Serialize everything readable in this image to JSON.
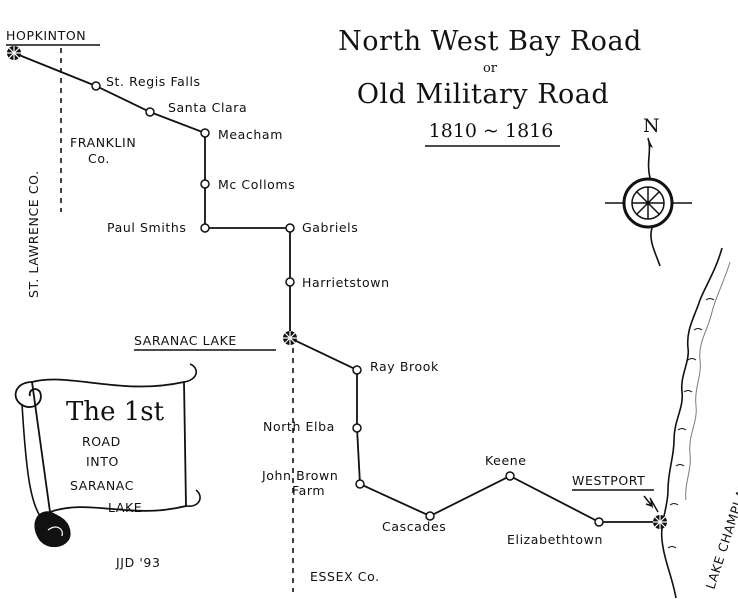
{
  "map": {
    "title_line1": "North West Bay Road",
    "title_or": "or",
    "title_line2": "Old Military Road",
    "years": "1810 ~ 1816",
    "compass_label": "N",
    "scroll_line1": "The 1st",
    "scroll_line2": "ROAD",
    "scroll_line3": "INTO",
    "scroll_line4": "SARANAC",
    "scroll_line5": "LAKE",
    "signature": "JJD '93",
    "places": {
      "hopkinton": "HOPKINTON",
      "st_regis_falls": "St. Regis Falls",
      "santa_clara": "Santa Clara",
      "meacham": "Meacham",
      "mccolloms": "Mc Colloms",
      "paul_smiths": "Paul Smiths",
      "gabriels": "Gabriels",
      "harrietstown": "Harrietstown",
      "saranac_lake": "SARANAC LAKE",
      "ray_brook": "Ray Brook",
      "north_elba": "North Elba",
      "john_brown_farm_1": "John Brown",
      "john_brown_farm_2": "Farm",
      "cascades": "Cascades",
      "keene": "Keene",
      "elizabethtown": "Elizabethtown",
      "westport": "WESTPORT"
    },
    "regions": {
      "franklin_1": "FRANKLIN",
      "franklin_2": "Co.",
      "st_lawrence": "ST. LAWRENCE CO.",
      "essex": "ESSEX Co.",
      "lake_champlain": "LAKE CHAMPLAIN"
    }
  }
}
